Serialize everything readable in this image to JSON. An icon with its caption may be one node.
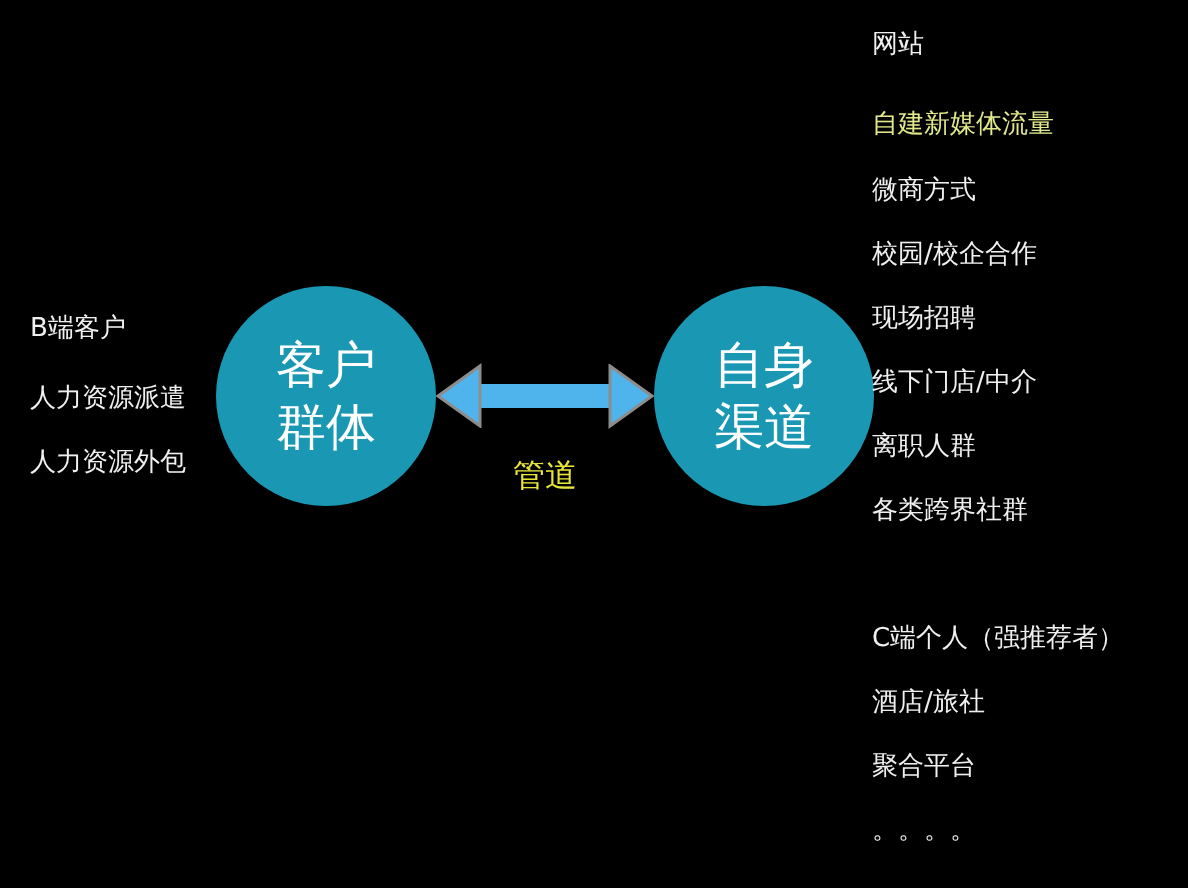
{
  "diagram": {
    "nodes": [
      {
        "text": [
          "客户群体"
        ]
      },
      {
        "text": [
          "自身渠道"
        ]
      }
    ],
    "edges": [
      {
        "from": 0,
        "to": 1,
        "arrow": "both",
        "label": "管道"
      }
    ],
    "labels": [
      "B端客户",
      "人力资源派遣",
      "人力资源外包",
      "网站",
      "自建新媒体流量",
      "微商方式",
      "校园/校企合作",
      "现场招聘",
      "线下门店/中介",
      "离职人群",
      "各类跨界社群",
      "C端个人（强推荐者）",
      "酒店/旅社",
      "聚合平台",
      "。。。。"
    ]
  }
}
